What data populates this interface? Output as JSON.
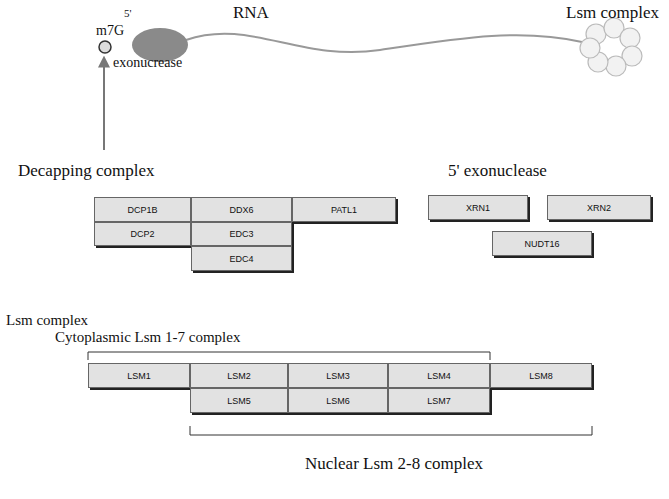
{
  "diagram": {
    "nodes": [
      {
        "text": [
          "DCP1B"
        ]
      },
      {
        "text": [
          "DDX6"
        ]
      },
      {
        "text": [
          "PATL1"
        ]
      },
      {
        "text": [
          "DCP2"
        ]
      },
      {
        "text": [
          "EDC3"
        ]
      },
      {
        "text": [
          "EDC4"
        ]
      },
      {
        "text": [
          "XRN1"
        ]
      },
      {
        "text": [
          "XRN2"
        ]
      },
      {
        "text": [
          "NUDT16"
        ]
      },
      {
        "text": [
          "LSM1"
        ]
      },
      {
        "text": [
          "LSM2"
        ]
      },
      {
        "text": [
          "LSM3"
        ]
      },
      {
        "text": [
          "LSM4"
        ]
      },
      {
        "text": [
          "LSM8"
        ]
      },
      {
        "text": [
          "LSM5"
        ]
      },
      {
        "text": [
          "LSM6"
        ]
      },
      {
        "text": [
          "LSM7"
        ]
      }
    ],
    "labels": [
      "RNA",
      "Lsm complex",
      "m7G",
      "5'",
      "exonucrease",
      "Decapping complex",
      "5' exonuclease",
      "Lsm complex",
      "Cytoplasmic Lsm 1-7 complex",
      "Nuclear Lsm 2-8 complex"
    ]
  }
}
